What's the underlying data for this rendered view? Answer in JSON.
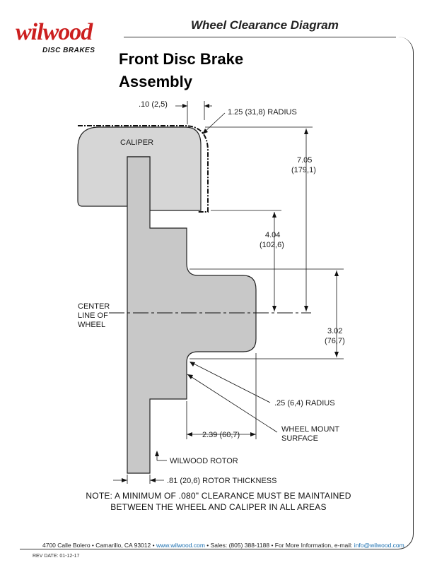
{
  "logo": {
    "brand": "wilwood",
    "tagline": "DISC BRAKES"
  },
  "header": {
    "title": "Wheel Clearance Diagram"
  },
  "main_title": {
    "line1": "Front Disc Brake",
    "line2": "Assembly"
  },
  "labels": {
    "caliper": "CALIPER",
    "center_line_1": "CENTER",
    "center_line_2": "LINE OF",
    "center_line_3": "WHEEL",
    "dim_clearance": ".10 (2,5)",
    "dim_caliper_radius": "1.25 (31,8) RADIUS",
    "dim_705_a": "7.05",
    "dim_705_b": "(179,1)",
    "dim_404_a": "4.04",
    "dim_404_b": "(102,6)",
    "dim_302_a": "3.02",
    "dim_302_b": "(76,7)",
    "dim_hub_radius": ".25 (6,4) RADIUS",
    "wheel_mount_1": "WHEEL MOUNT",
    "wheel_mount_2": "SURFACE",
    "dim_239": "2.39 (60,7)",
    "wilwood_rotor": "WILWOOD ROTOR",
    "rotor_thickness": ".81 (20,6) ROTOR THICKNESS"
  },
  "note": {
    "line1": "NOTE: A MINIMUM OF .080\" CLEARANCE MUST BE MAINTAINED",
    "line2": "BETWEEN THE WHEEL AND CALIPER IN ALL AREAS"
  },
  "footer": {
    "address": "4700 Calle Bolero • Camarillo, CA 93012 • ",
    "website": "www.wilwood.com",
    "sales": " • Sales: (805) 388-1188 • For More Information, e-mail: ",
    "email": "info@wilwood.com",
    "rev_date": "REV DATE: 01-12-17"
  },
  "colors": {
    "brand_red": "#cc1f1f",
    "part_fill": "#c8c8c8",
    "link_blue": "#1a6fb0"
  }
}
